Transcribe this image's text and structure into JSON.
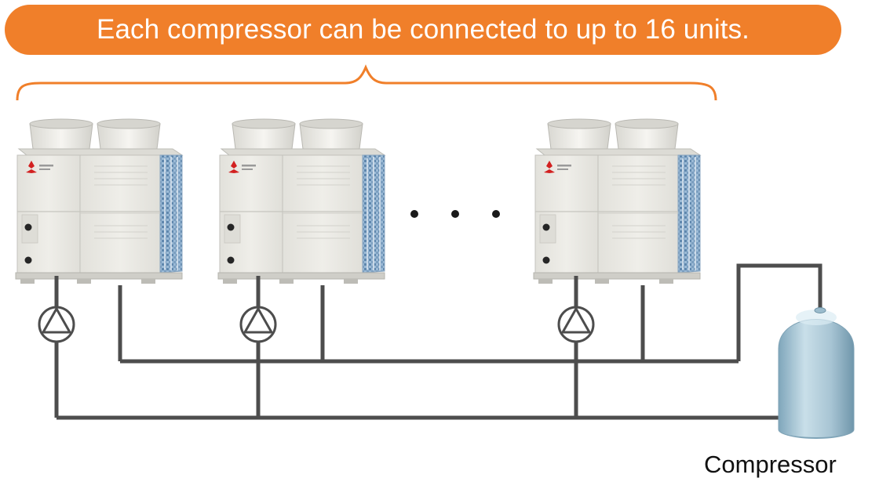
{
  "banner": {
    "text": "Each compressor can be connected to up to 16 units.",
    "color": "#f07f2a"
  },
  "units": [
    {
      "name": "outdoor-unit-1"
    },
    {
      "name": "outdoor-unit-2"
    },
    {
      "name": "outdoor-unit-3"
    }
  ],
  "ellipsis": "• • •",
  "compressor": {
    "label": "Compressor",
    "color": "#a9c7d6"
  },
  "colors": {
    "pipe": "#4d4d4d",
    "brace": "#f07f2a",
    "unit_body": "#e9e8e2",
    "coil": "#7ea3c4"
  }
}
